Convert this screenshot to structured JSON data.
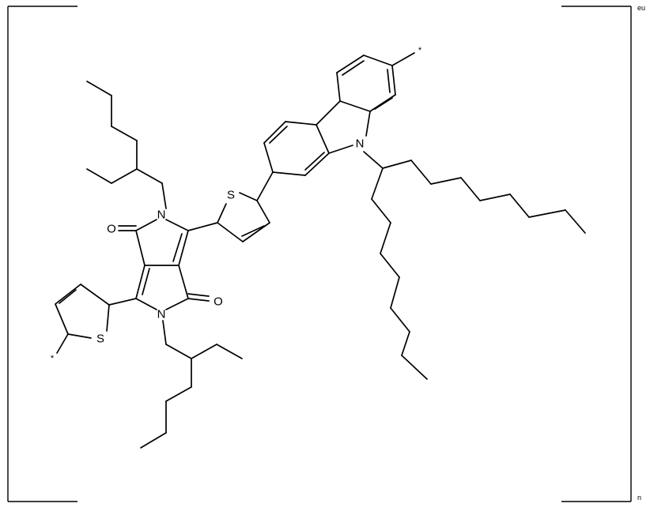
{
  "molecule": {
    "atom_labels": {
      "n_left_ring": "N",
      "n_right_ring": "N",
      "n_carbazole": "N",
      "o_top": "O",
      "o_bottom": "O",
      "s_left_thiophene": "S",
      "s_top_thiophene": "S"
    },
    "attachment_point_symbol": "*"
  },
  "brackets": {
    "top_right_subscript": "eu",
    "bottom_right_subscript": "n"
  }
}
